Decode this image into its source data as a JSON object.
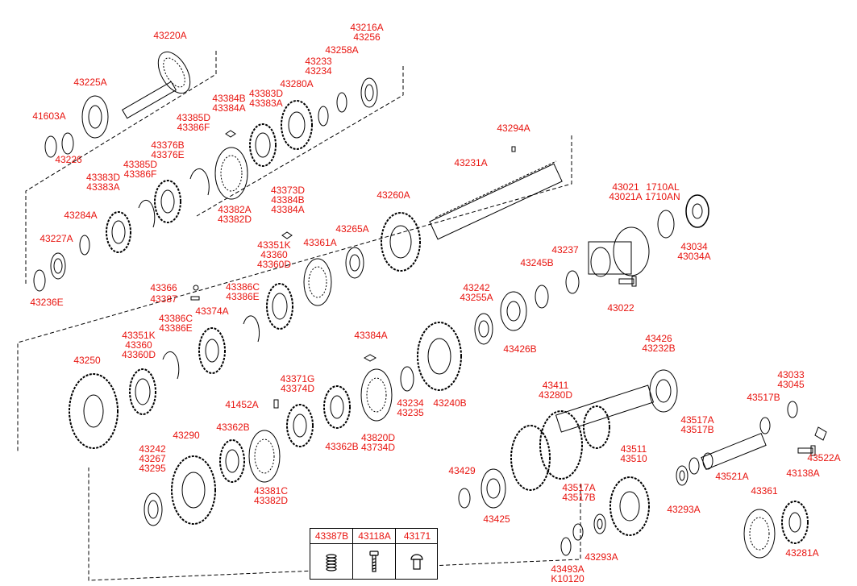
{
  "diagram": {
    "type": "exploded-parts-diagram",
    "line_color": "#000000",
    "label_color": "#e8140f"
  },
  "callouts": [
    {
      "id": "c01",
      "text": "43220A"
    },
    {
      "id": "c02",
      "text": "43216A\n43256"
    },
    {
      "id": "c03",
      "text": "43225A"
    },
    {
      "id": "c04",
      "text": "43258A"
    },
    {
      "id": "c05",
      "text": "43233\n43234"
    },
    {
      "id": "c06",
      "text": "43280A"
    },
    {
      "id": "c07",
      "text": "43383D\n43383A"
    },
    {
      "id": "c08",
      "text": "43384B\n43384A"
    },
    {
      "id": "c09",
      "text": "41603A"
    },
    {
      "id": "c10",
      "text": "43226"
    },
    {
      "id": "c11",
      "text": "43385D\n43386F"
    },
    {
      "id": "c12",
      "text": "43376B\n43376E"
    },
    {
      "id": "c13",
      "text": "43294A"
    },
    {
      "id": "c14",
      "text": "43385D\n43386F"
    },
    {
      "id": "c15",
      "text": "43383D\n43383A"
    },
    {
      "id": "c16",
      "text": "43231A"
    },
    {
      "id": "c17",
      "text": "43373D\n43384B\n43384A"
    },
    {
      "id": "c18",
      "text": "43021\n43021A"
    },
    {
      "id": "c19",
      "text": "1710AL\n1710AN"
    },
    {
      "id": "c20",
      "text": "43260A"
    },
    {
      "id": "c21",
      "text": "43382A\n43382D"
    },
    {
      "id": "c22",
      "text": "43284A"
    },
    {
      "id": "c23",
      "text": "43265A"
    },
    {
      "id": "c24",
      "text": "43227A"
    },
    {
      "id": "c25",
      "text": "43361A"
    },
    {
      "id": "c26",
      "text": "43351K\n43360\n43360D"
    },
    {
      "id": "c27",
      "text": "43034\n43034A"
    },
    {
      "id": "c28",
      "text": "43237"
    },
    {
      "id": "c29",
      "text": "43245B"
    },
    {
      "id": "c30",
      "text": "43236E"
    },
    {
      "id": "c31",
      "text": "43366"
    },
    {
      "id": "c32",
      "text": "43387"
    },
    {
      "id": "c33",
      "text": "43386C\n43386E"
    },
    {
      "id": "c34",
      "text": "43242\n43255A"
    },
    {
      "id": "c35",
      "text": "43022"
    },
    {
      "id": "c36",
      "text": "43374A"
    },
    {
      "id": "c37",
      "text": "43386C\n43386E"
    },
    {
      "id": "c38",
      "text": "43351K\n43360\n43360D"
    },
    {
      "id": "c39",
      "text": "43384A"
    },
    {
      "id": "c40",
      "text": "43426\n43232B"
    },
    {
      "id": "c41",
      "text": "43426B"
    },
    {
      "id": "c42",
      "text": "43250"
    },
    {
      "id": "c43",
      "text": "43371G\n43374D"
    },
    {
      "id": "c44",
      "text": "43033\n43045"
    },
    {
      "id": "c45",
      "text": "43411\n43280D"
    },
    {
      "id": "c46",
      "text": "41452A"
    },
    {
      "id": "c47",
      "text": "43234\n43235"
    },
    {
      "id": "c48",
      "text": "43240B"
    },
    {
      "id": "c49",
      "text": "43517B"
    },
    {
      "id": "c50",
      "text": "43362B"
    },
    {
      "id": "c51",
      "text": "43290"
    },
    {
      "id": "c52",
      "text": "43820D\n43734D"
    },
    {
      "id": "c53",
      "text": "43517A\n43517B"
    },
    {
      "id": "c54",
      "text": "43362B"
    },
    {
      "id": "c55",
      "text": "43242\n43267\n43295"
    },
    {
      "id": "c56",
      "text": "43511\n43510"
    },
    {
      "id": "c57",
      "text": "43522A"
    },
    {
      "id": "c58",
      "text": "43521A"
    },
    {
      "id": "c59",
      "text": "43429"
    },
    {
      "id": "c60",
      "text": "43138A"
    },
    {
      "id": "c61",
      "text": "43381C\n43382D"
    },
    {
      "id": "c62",
      "text": "43517A\n43517B"
    },
    {
      "id": "c63",
      "text": "43361"
    },
    {
      "id": "c64",
      "text": "43425"
    },
    {
      "id": "c65",
      "text": "43293A"
    },
    {
      "id": "c66",
      "text": "43293A"
    },
    {
      "id": "c67",
      "text": "43281A"
    },
    {
      "id": "c68",
      "text": "43493A\nK10120"
    }
  ],
  "legend": {
    "headers": [
      "43387B",
      "43118A",
      "43171"
    ],
    "icons": [
      "spring-icon",
      "bolt-icon",
      "ball-detent-icon"
    ]
  }
}
